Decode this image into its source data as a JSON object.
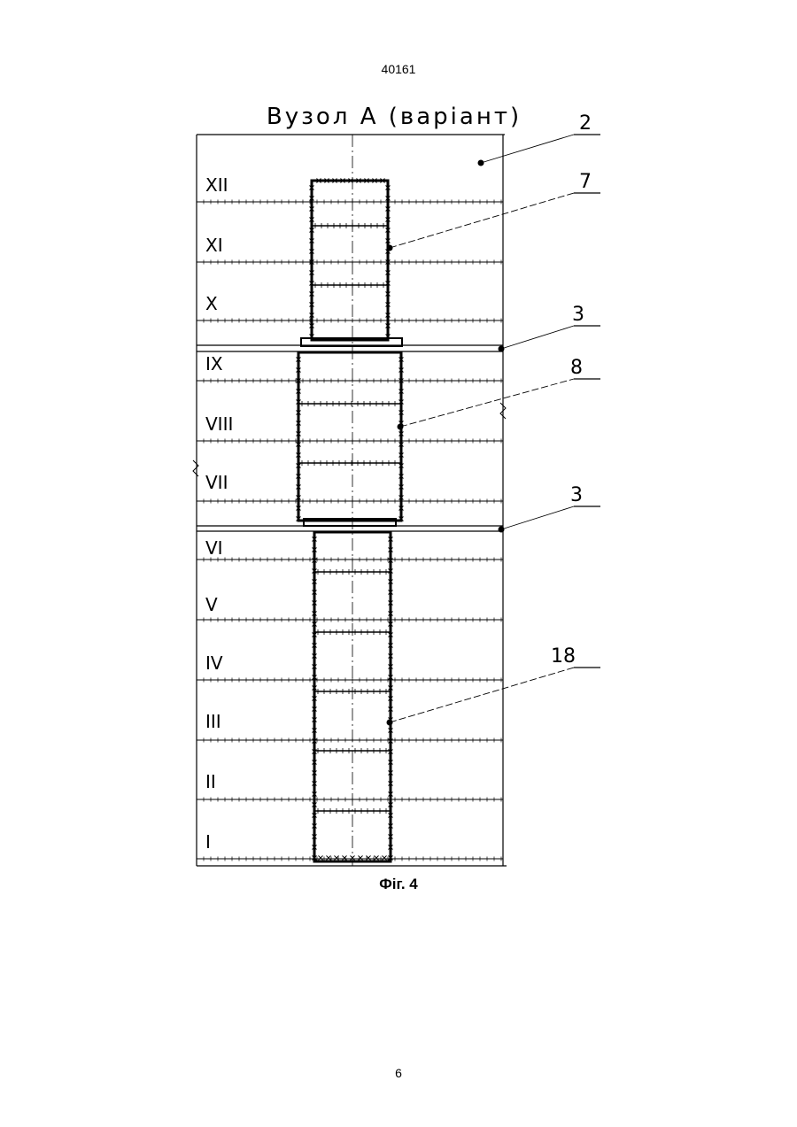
{
  "header": {
    "document_number": "40161"
  },
  "figure": {
    "title": "Вузол А (варіант)",
    "caption": "Фіг. 4",
    "callouts": [
      "2",
      "7",
      "3",
      "8",
      "3",
      "18"
    ],
    "floors": [
      "XII",
      "XI",
      "X",
      "IX",
      "VIII",
      "VII",
      "VI",
      "V",
      "IV",
      "III",
      "II",
      "I"
    ]
  },
  "footer": {
    "page_number": "6"
  }
}
